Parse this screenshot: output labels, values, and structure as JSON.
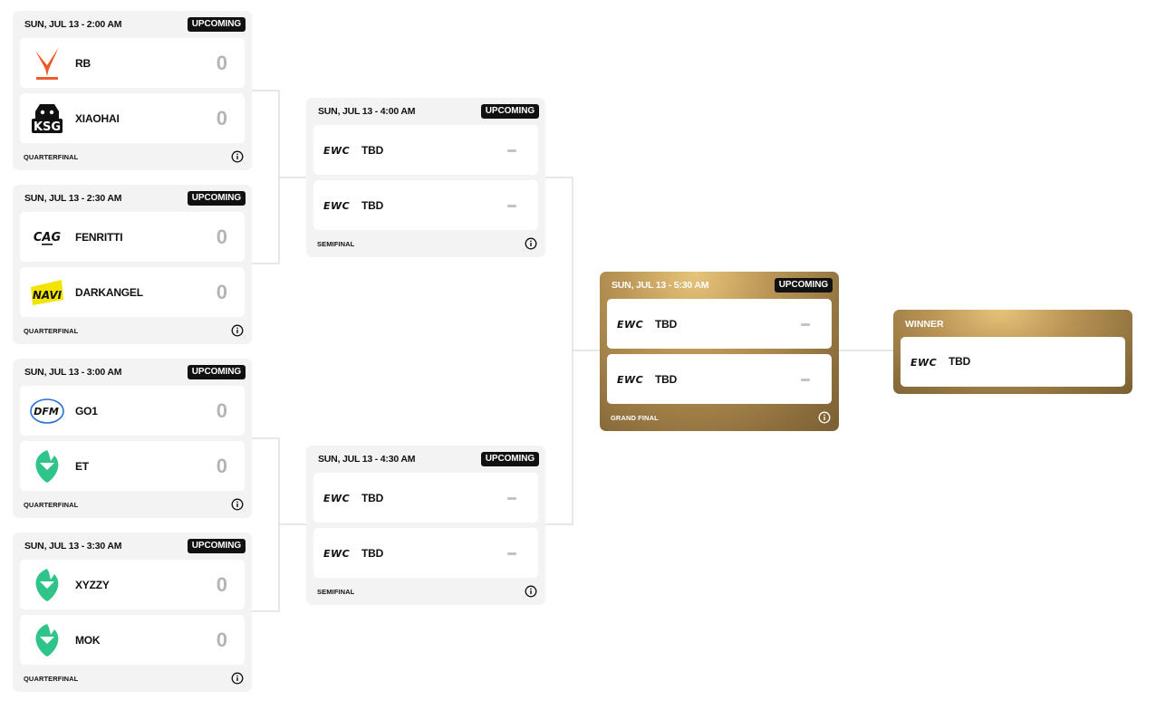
{
  "matches": {
    "qf1": {
      "date": "SUN, JUL 13 - 2:00 AM",
      "status": "UPCOMING",
      "round": "QUARTERFINAL",
      "team1": {
        "name": "RB",
        "score": "0",
        "logo": "vesports-logo"
      },
      "team2": {
        "name": "XIAOHAI",
        "score": "0",
        "logo": "ksg-logo"
      }
    },
    "qf2": {
      "date": "SUN, JUL 13 - 2:30 AM",
      "status": "UPCOMING",
      "round": "QUARTERFINAL",
      "team1": {
        "name": "FENRITTI",
        "score": "0",
        "logo": "cag-osaka-logo"
      },
      "team2": {
        "name": "DARKANGEL",
        "score": "0",
        "logo": "navi-logo"
      }
    },
    "qf3": {
      "date": "SUN, JUL 13 - 3:00 AM",
      "status": "UPCOMING",
      "round": "QUARTERFINAL",
      "team1": {
        "name": "GO1",
        "score": "0",
        "logo": "dfm-logo"
      },
      "team2": {
        "name": "ET",
        "score": "0",
        "logo": "falcons-logo"
      }
    },
    "qf4": {
      "date": "SUN, JUL 13 - 3:30 AM",
      "status": "UPCOMING",
      "round": "QUARTERFINAL",
      "team1": {
        "name": "XYZZY",
        "score": "0",
        "logo": "falcons-logo"
      },
      "team2": {
        "name": "MOK",
        "score": "0",
        "logo": "falcons-logo"
      }
    },
    "sf1": {
      "date": "SUN, JUL 13 - 4:00 AM",
      "status": "UPCOMING",
      "round": "SEMIFINAL",
      "team1": {
        "name": "TBD",
        "logo": "ewc-logo"
      },
      "team2": {
        "name": "TBD",
        "logo": "ewc-logo"
      }
    },
    "sf2": {
      "date": "SUN, JUL 13 - 4:30 AM",
      "status": "UPCOMING",
      "round": "SEMIFINAL",
      "team1": {
        "name": "TBD",
        "logo": "ewc-logo"
      },
      "team2": {
        "name": "TBD",
        "logo": "ewc-logo"
      }
    },
    "gf": {
      "date": "SUN, JUL 13 - 5:30 AM",
      "status": "UPCOMING",
      "round": "GRAND FINAL",
      "team1": {
        "name": "TBD",
        "logo": "ewc-logo"
      },
      "team2": {
        "name": "TBD",
        "logo": "ewc-logo"
      }
    }
  },
  "winner": {
    "title": "WINNER",
    "team": {
      "name": "TBD",
      "logo": "ewc-logo"
    }
  },
  "colors": {
    "card_bg": "#f3f3f3",
    "badge_bg": "#111111",
    "score": "#b5b5b5",
    "gold": "#b99455",
    "connector": "#d9d9d9",
    "falcons": "#2fc58a",
    "navi": "#f2e400",
    "vesports": "#ef5a2a"
  }
}
